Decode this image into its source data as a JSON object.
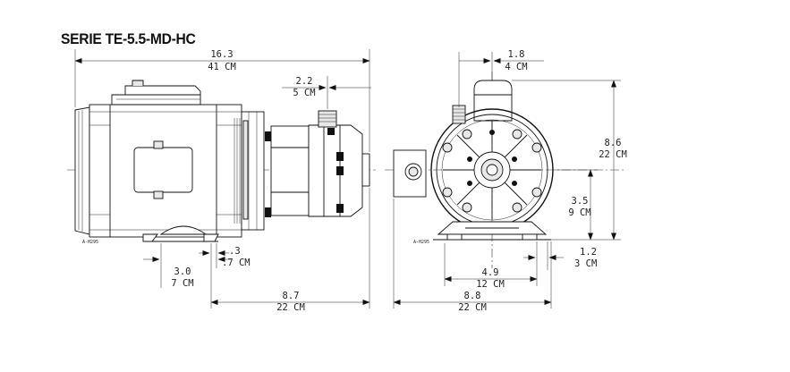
{
  "title": "SERIE TE-5.5-MD-HC",
  "dimensions": {
    "overall_length": {
      "in": "16.3",
      "cm": "41 CM"
    },
    "inlet_offset": {
      "in": "2.2",
      "cm": "5 CM"
    },
    "foot_thickness": {
      "in": ".3",
      "cm": ".7 CM"
    },
    "foot_offset": {
      "in": "3.0",
      "cm": "7 CM"
    },
    "side_length": {
      "in": "8.7",
      "cm": "22 CM"
    },
    "top_offset": {
      "in": "1.8",
      "cm": "4 CM"
    },
    "overall_height": {
      "in": "8.6",
      "cm": "22 CM"
    },
    "shaft_height": {
      "in": "3.5",
      "cm": "9 CM"
    },
    "base_height": {
      "in": "1.2",
      "cm": "3 CM"
    },
    "half_width": {
      "in": "4.9",
      "cm": "12 CM"
    },
    "overall_width": {
      "in": "8.8",
      "cm": "22 CM"
    }
  },
  "part_codes": {
    "side": "A-H295",
    "front": "A-H295"
  }
}
